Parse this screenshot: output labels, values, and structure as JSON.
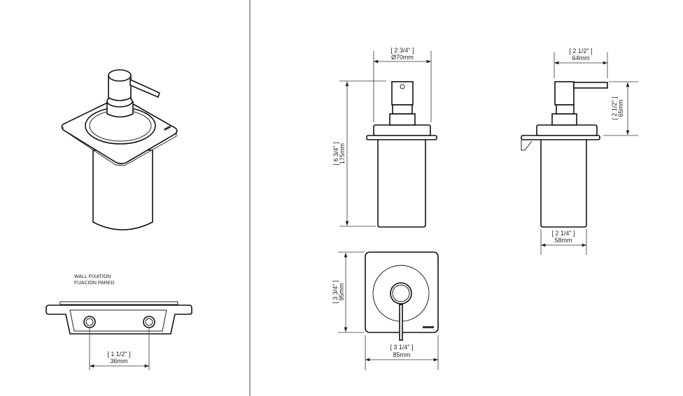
{
  "wall_fixation": {
    "label_en": "WALL FIXATION",
    "label_es": "FIJACIÓN PARED",
    "hole_spacing_in": "[ 1 1/2\" ]",
    "hole_spacing_mm": "36mm"
  },
  "front_view": {
    "width_in": "[ 2 3/4\" ]",
    "width_mm": "Ø70mm",
    "height_in": "[ 6 3/4\" ]",
    "height_mm": "175mm"
  },
  "side_view": {
    "depth_in": "[ 2 1/2\" ]",
    "depth_mm": "64mm",
    "pump_height_in": "[ 2 1/2\" ]",
    "pump_height_mm": "65mm",
    "body_width_in": "[ 2 1/4\" ]",
    "body_width_mm": "58mm"
  },
  "top_view": {
    "plate_height_in": "[ 3 3/4\" ]",
    "plate_height_mm": "95mm",
    "plate_width_in": "[ 3 1/4\" ]",
    "plate_width_mm": "85mm"
  }
}
